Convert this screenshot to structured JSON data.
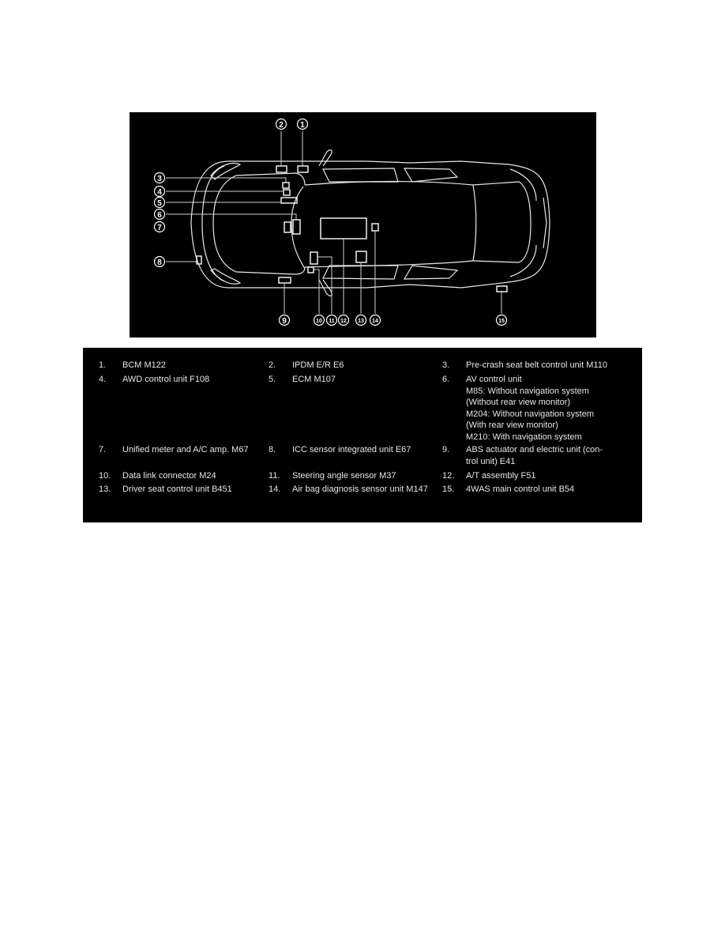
{
  "diagram": {
    "callouts": [
      "1",
      "2",
      "3",
      "4",
      "5",
      "6",
      "7",
      "8",
      "9",
      "10",
      "11",
      "12",
      "13",
      "14",
      "15"
    ]
  },
  "legend": {
    "items": [
      {
        "num": "1.",
        "text": "BCM M122"
      },
      {
        "num": "2.",
        "text": "IPDM E/R E6"
      },
      {
        "num": "3.",
        "text": "Pre-crash seat belt control unit M110"
      },
      {
        "num": "4.",
        "text": "AWD control unit F108"
      },
      {
        "num": "5.",
        "text": "ECM M107"
      },
      {
        "num": "6.",
        "text": "AV control unit",
        "sub": [
          "M85: Without navigation system",
          "(Without rear view monitor)",
          "M204: Without navigation system",
          "(With rear view monitor)",
          "M210: With navigation system"
        ]
      },
      {
        "num": "7.",
        "text": "Unified meter and A/C amp. M67"
      },
      {
        "num": "8.",
        "text": "ICC sensor integrated unit E67"
      },
      {
        "num": "9.",
        "text": "ABS actuator and electric unit (con-",
        "sub": [
          "trol unit) E41"
        ]
      },
      {
        "num": "10.",
        "text": "Data link connector M24"
      },
      {
        "num": "11.",
        "text": "Steering angle sensor M37"
      },
      {
        "num": "12.",
        "text": "A/T assembly F51"
      },
      {
        "num": "13.",
        "text": "Driver seat control unit B451"
      },
      {
        "num": "14.",
        "text": "Air bag diagnosis sensor unit M147"
      },
      {
        "num": "15.",
        "text": "4WAS main control unit B54"
      }
    ]
  }
}
